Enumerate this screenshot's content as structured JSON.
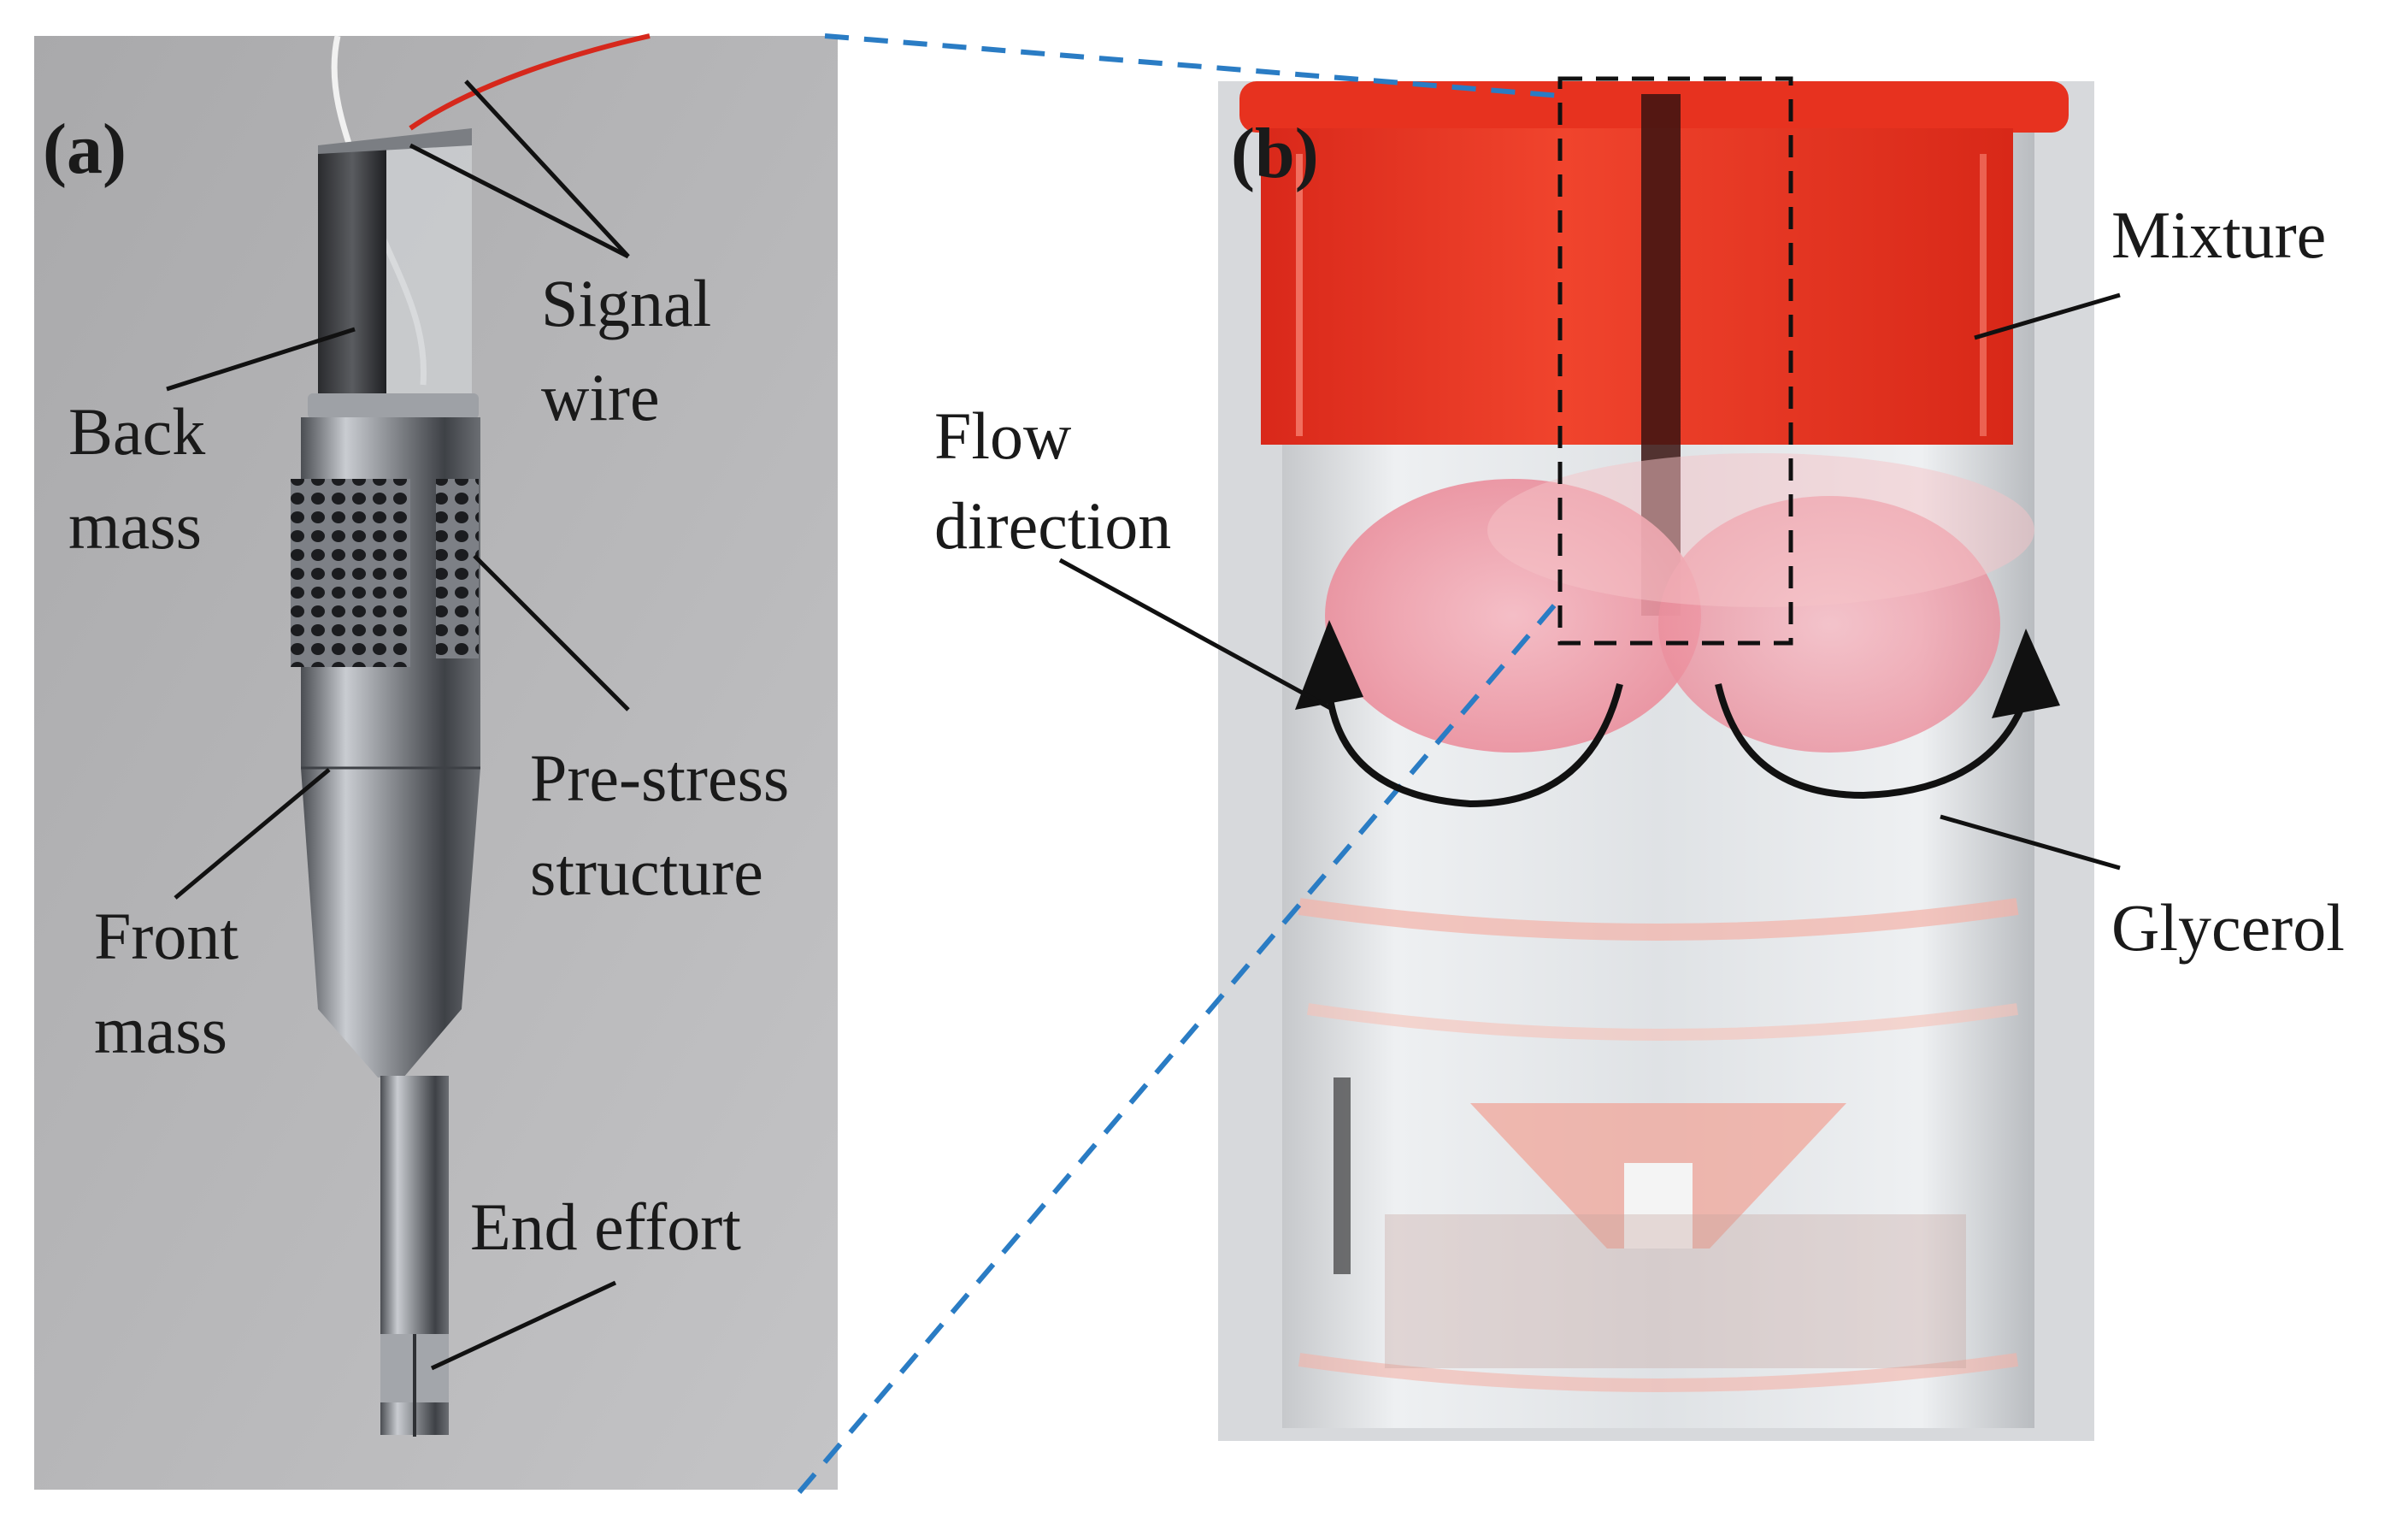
{
  "figure": {
    "panel_a": {
      "tag": "(a)",
      "labels": {
        "signal_wire_1": "Signal",
        "signal_wire_2": "wire",
        "back_mass_1": "Back",
        "back_mass_2": "mass",
        "pre_stress_1": "Pre-stress",
        "pre_stress_2": "structure",
        "front_mass_1": "Front",
        "front_mass_2": "mass",
        "end_effort": "End effort"
      }
    },
    "panel_b": {
      "tag": "(b)",
      "labels": {
        "mixture": "Mixture",
        "flow_direction_1": "Flow",
        "flow_direction_2": "direction",
        "glycerol": "Glycerol"
      }
    }
  },
  "colors": {
    "photo_background": "#b9b9bb",
    "transducer_metal": "#8a8d92",
    "mixture_red": "#e63322",
    "glycerol_clear": "#e8eaec",
    "pink_mixing_zone": "#f1a4ae",
    "callout_lines": "#111111",
    "zoom_guide_dashed": "#2a7cc4"
  }
}
